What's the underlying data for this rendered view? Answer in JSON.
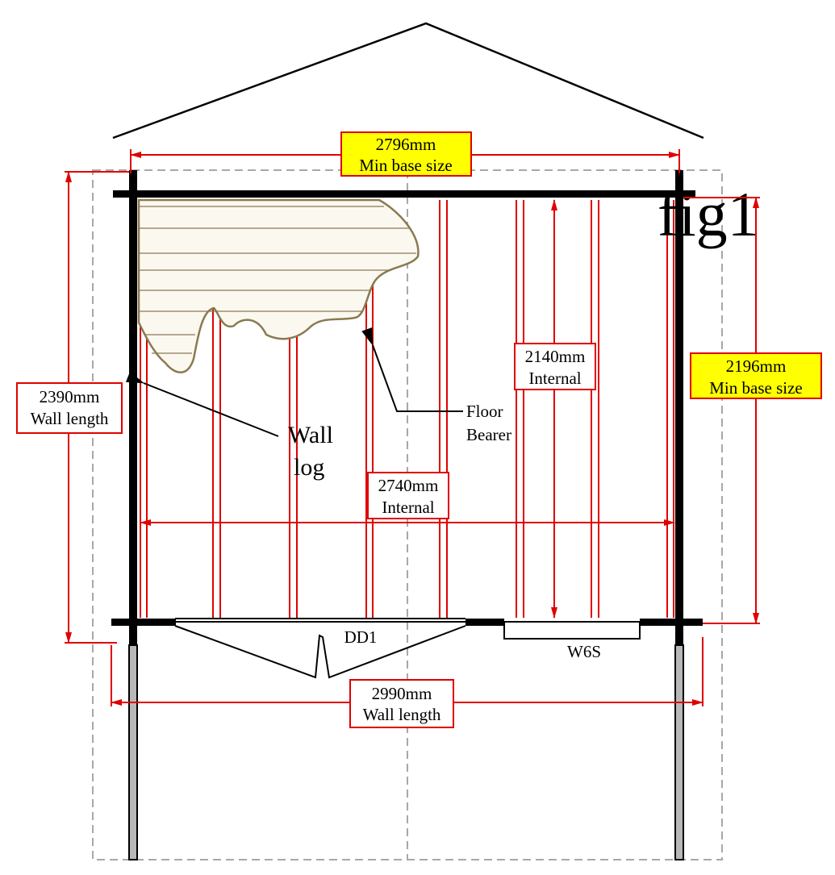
{
  "figure_label": "fig1",
  "dimensions": {
    "top_width": {
      "value": "2796mm",
      "note": "Min base size"
    },
    "right_depth": {
      "value": "2196mm",
      "note": "Min base size"
    },
    "left_wall": {
      "value": "2390mm",
      "note": "Wall length"
    },
    "internal_width": {
      "value": "2740mm",
      "note": "Internal"
    },
    "internal_depth": {
      "value": "2140mm",
      "note": "Internal"
    },
    "bottom_wall": {
      "value": "2990mm",
      "note": "Wall length"
    }
  },
  "callouts": {
    "wall_log": {
      "line1": "Wall",
      "line2": "log"
    },
    "floor_bearer": {
      "line1": "Floor",
      "line2": "Bearer"
    }
  },
  "openings": {
    "door": "DD1",
    "window": "W6S"
  },
  "colors": {
    "dimension": "#e00000",
    "highlight_box": "#ffff00",
    "wall": "#000000",
    "wall_log_outline": "#8a7a50",
    "wall_log_fill": "#fbf8f0",
    "base_outline": "#a8a8a8"
  }
}
